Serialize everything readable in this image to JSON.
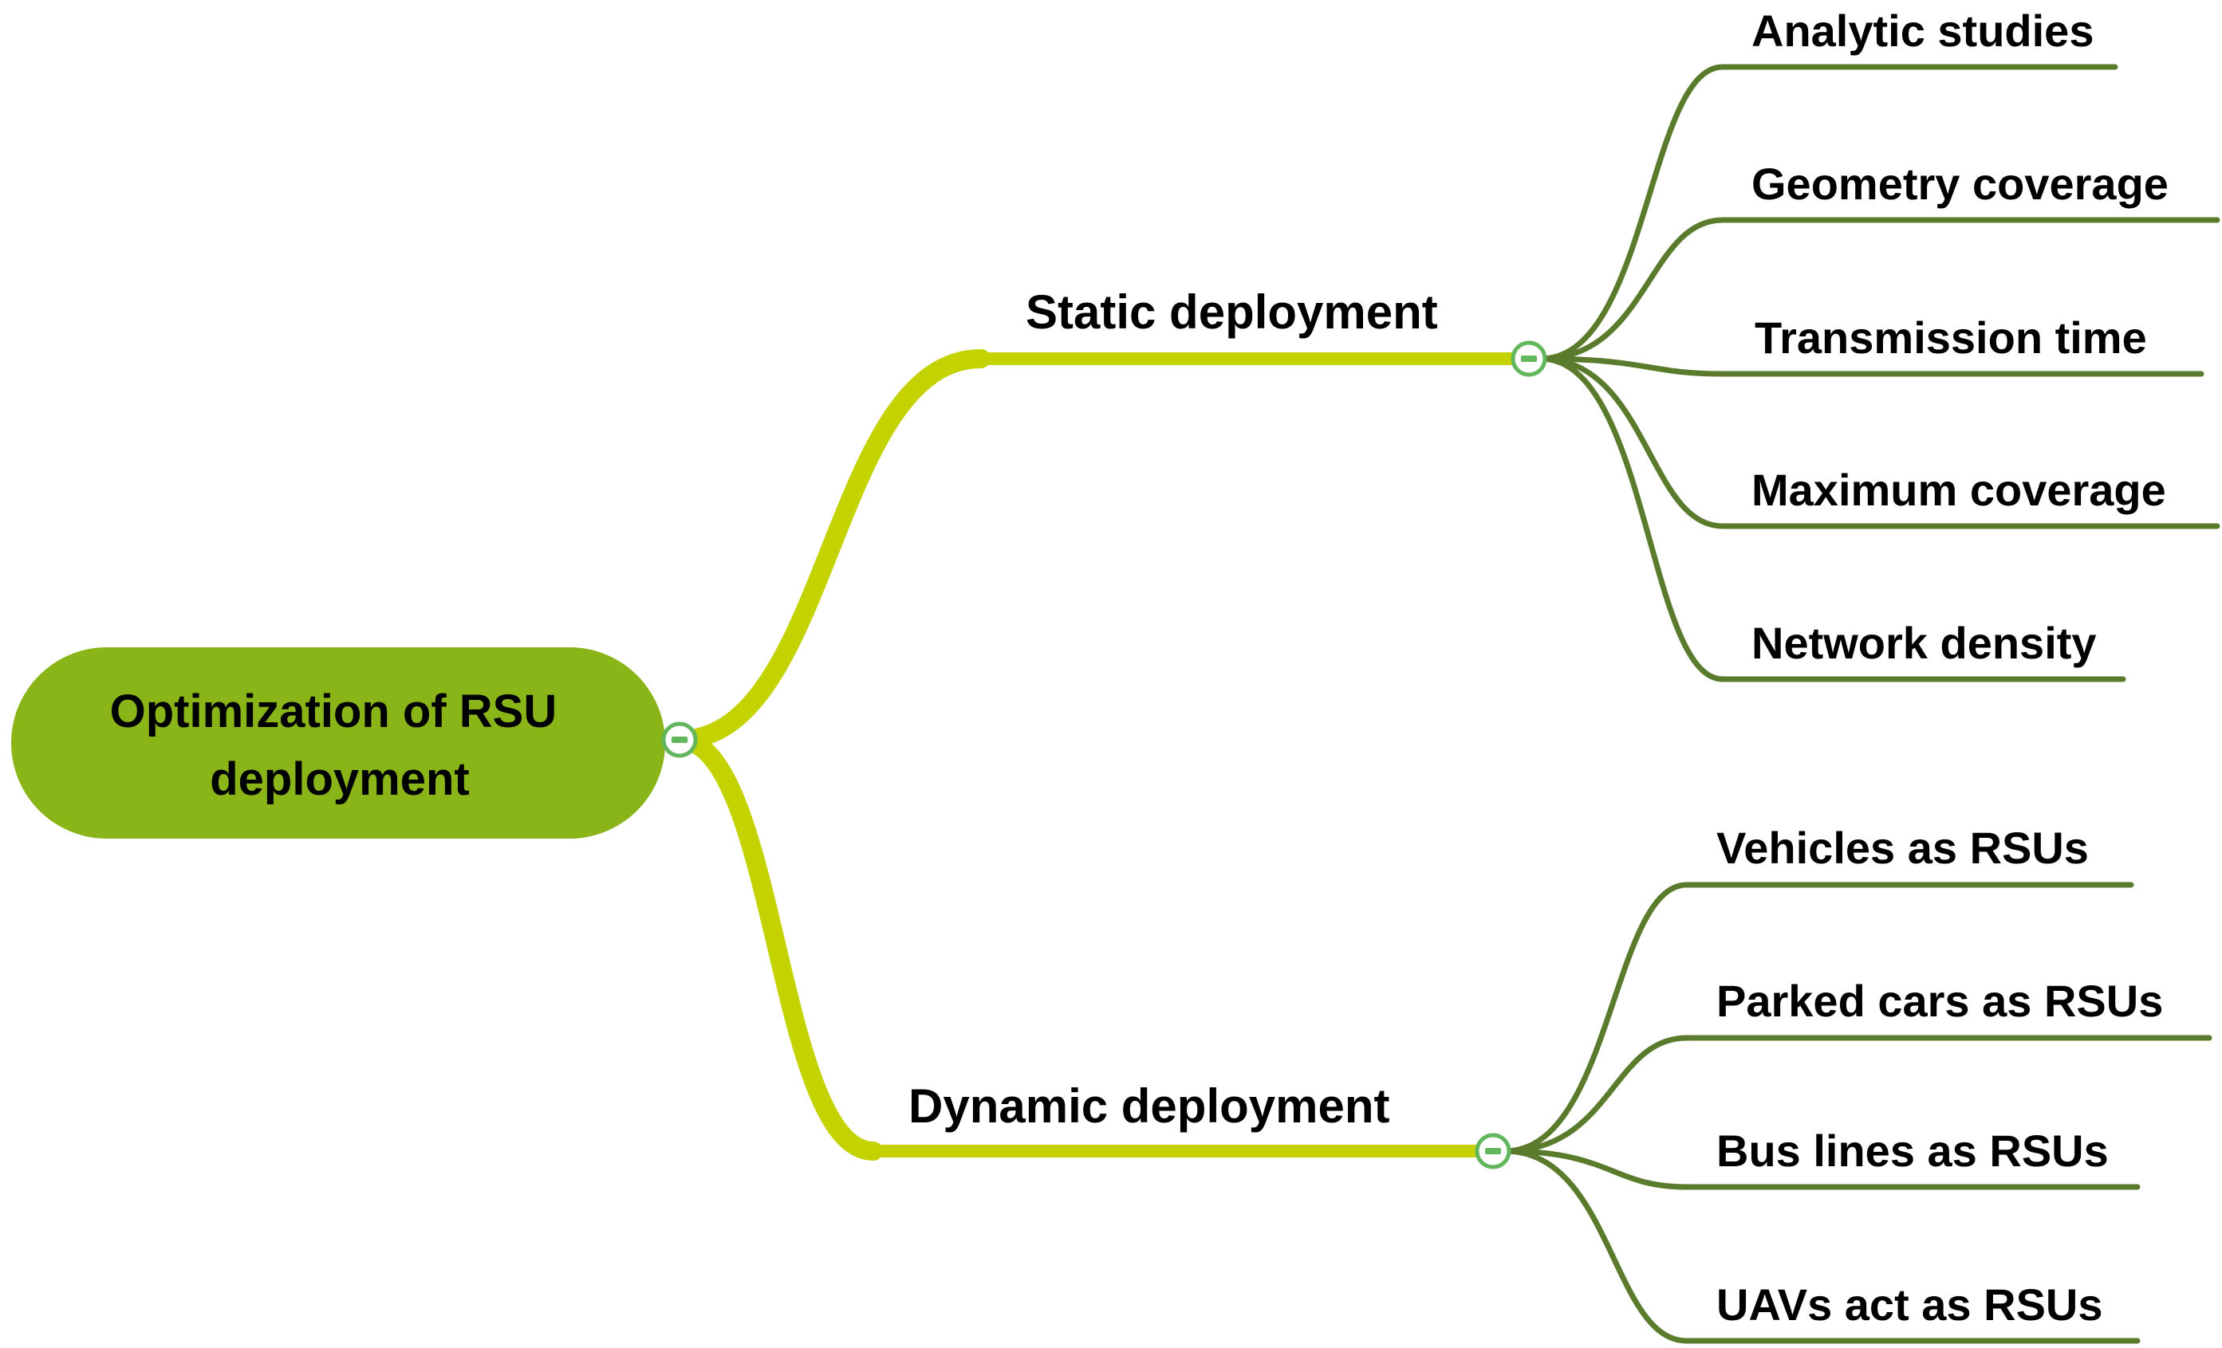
{
  "root": {
    "label_lines": [
      "Optimization of RSU",
      "deployment"
    ]
  },
  "branches": [
    {
      "label": "Static deployment",
      "children": [
        "Analytic studies",
        "Geometry coverage",
        "Transmission time",
        "Maximum coverage",
        "Network density"
      ]
    },
    {
      "label": "Dynamic deployment",
      "children": [
        "Vehicles as  RSUs",
        "Parked cars as RSUs",
        "Bus lines as RSUs",
        "UAVs act as RSUs"
      ]
    }
  ],
  "colors": {
    "root_fill": "#8ab519",
    "branch_line": "#c4d200",
    "leaf_line": "#5b7b2c",
    "toggle_ring": "#62b65c",
    "toggle_fill": "#ffffff"
  },
  "icons": {
    "toggle": "collapse-minus-icon"
  }
}
